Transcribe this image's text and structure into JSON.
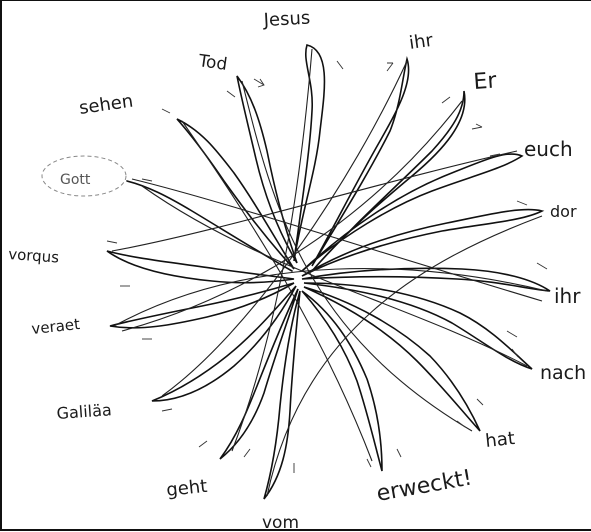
{
  "words": {
    "jesus": "Jesus",
    "ihr": "ihr",
    "er": "Er",
    "euch": "euch",
    "dort": "dor",
    "ihn": "ihr",
    "nach": "nach",
    "hat": "hat",
    "erweckt": "erweckt!",
    "vom": "vom",
    "geht": "geht",
    "galilaea": "Galiläa",
    "verget": "veraet",
    "voraus": "vorqus",
    "gott": "Gott",
    "sehen": "sehen",
    "tod": "Tod"
  }
}
